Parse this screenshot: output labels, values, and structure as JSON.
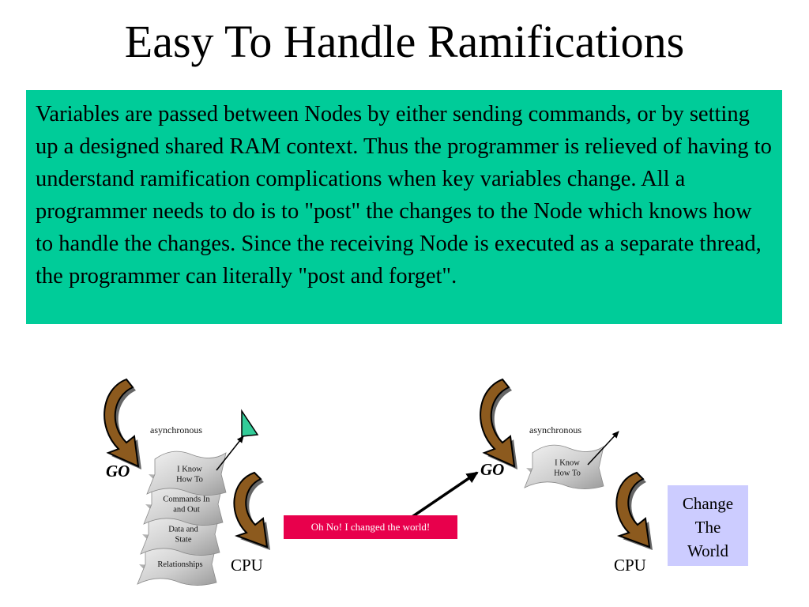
{
  "slide": {
    "title": "Easy To Handle Ramifications",
    "body_text": "Variables are passed between Nodes by either sending commands, or by setting up a designed shared RAM context. Thus the programmer is relieved of having to understand ramification complications when key variables change.  All a programmer needs to do is to \"post\" the changes to the Node which knows how to handle the changes.  Since the receiving Node is executed as a separate thread, the programmer can literally \"post and forget\"."
  },
  "colors": {
    "text_box_bg": "#00CC99",
    "alert_bg": "#E8004C",
    "change_box_bg": "#CCCCFF",
    "flag_fill": "#33CC99",
    "arrow_body": "#8C5A1E",
    "arrow_outline": "#000000"
  },
  "diagram": {
    "left_node": {
      "go_label": "GO",
      "async_label": "asynchronous",
      "cpu_label": "CPU",
      "layers": [
        {
          "lines": [
            "I  Know",
            "How To"
          ]
        },
        {
          "lines": [
            "Commands In",
            "and Out"
          ]
        },
        {
          "lines": [
            "Data and",
            "State"
          ]
        },
        {
          "lines": [
            "Relationships"
          ]
        }
      ]
    },
    "alert_label": "Oh No! I changed the world!",
    "right_node": {
      "go_label": "GO",
      "async_label": "asynchronous",
      "cpu_label": "CPU",
      "layers": [
        {
          "lines": [
            "I  Know",
            "How To"
          ]
        }
      ]
    },
    "change_world": {
      "lines": [
        "Change",
        "The",
        "World"
      ]
    }
  }
}
